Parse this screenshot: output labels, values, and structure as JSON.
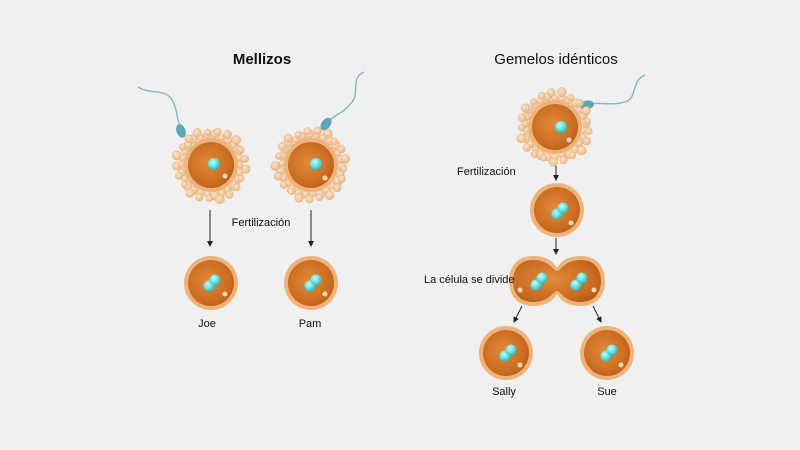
{
  "fraternal": {
    "title": "Mellizos",
    "fertilization_label": "Fertilización",
    "babies": [
      "Joe",
      "Pam"
    ]
  },
  "identical": {
    "title": "Gemelos idénticos",
    "fertilization_label": "Fertilización",
    "division_label": "La célula se divide",
    "babies": [
      "Sally",
      "Sue"
    ]
  },
  "colors": {
    "background": "#f0f0f0",
    "cell_outer": "#e9a35c",
    "cell_inner": "#d6782a",
    "nucleus": "#5fe0dd",
    "corona": "#f2c9a0",
    "sperm": "#5fa6b5",
    "arrow": "#222222"
  }
}
